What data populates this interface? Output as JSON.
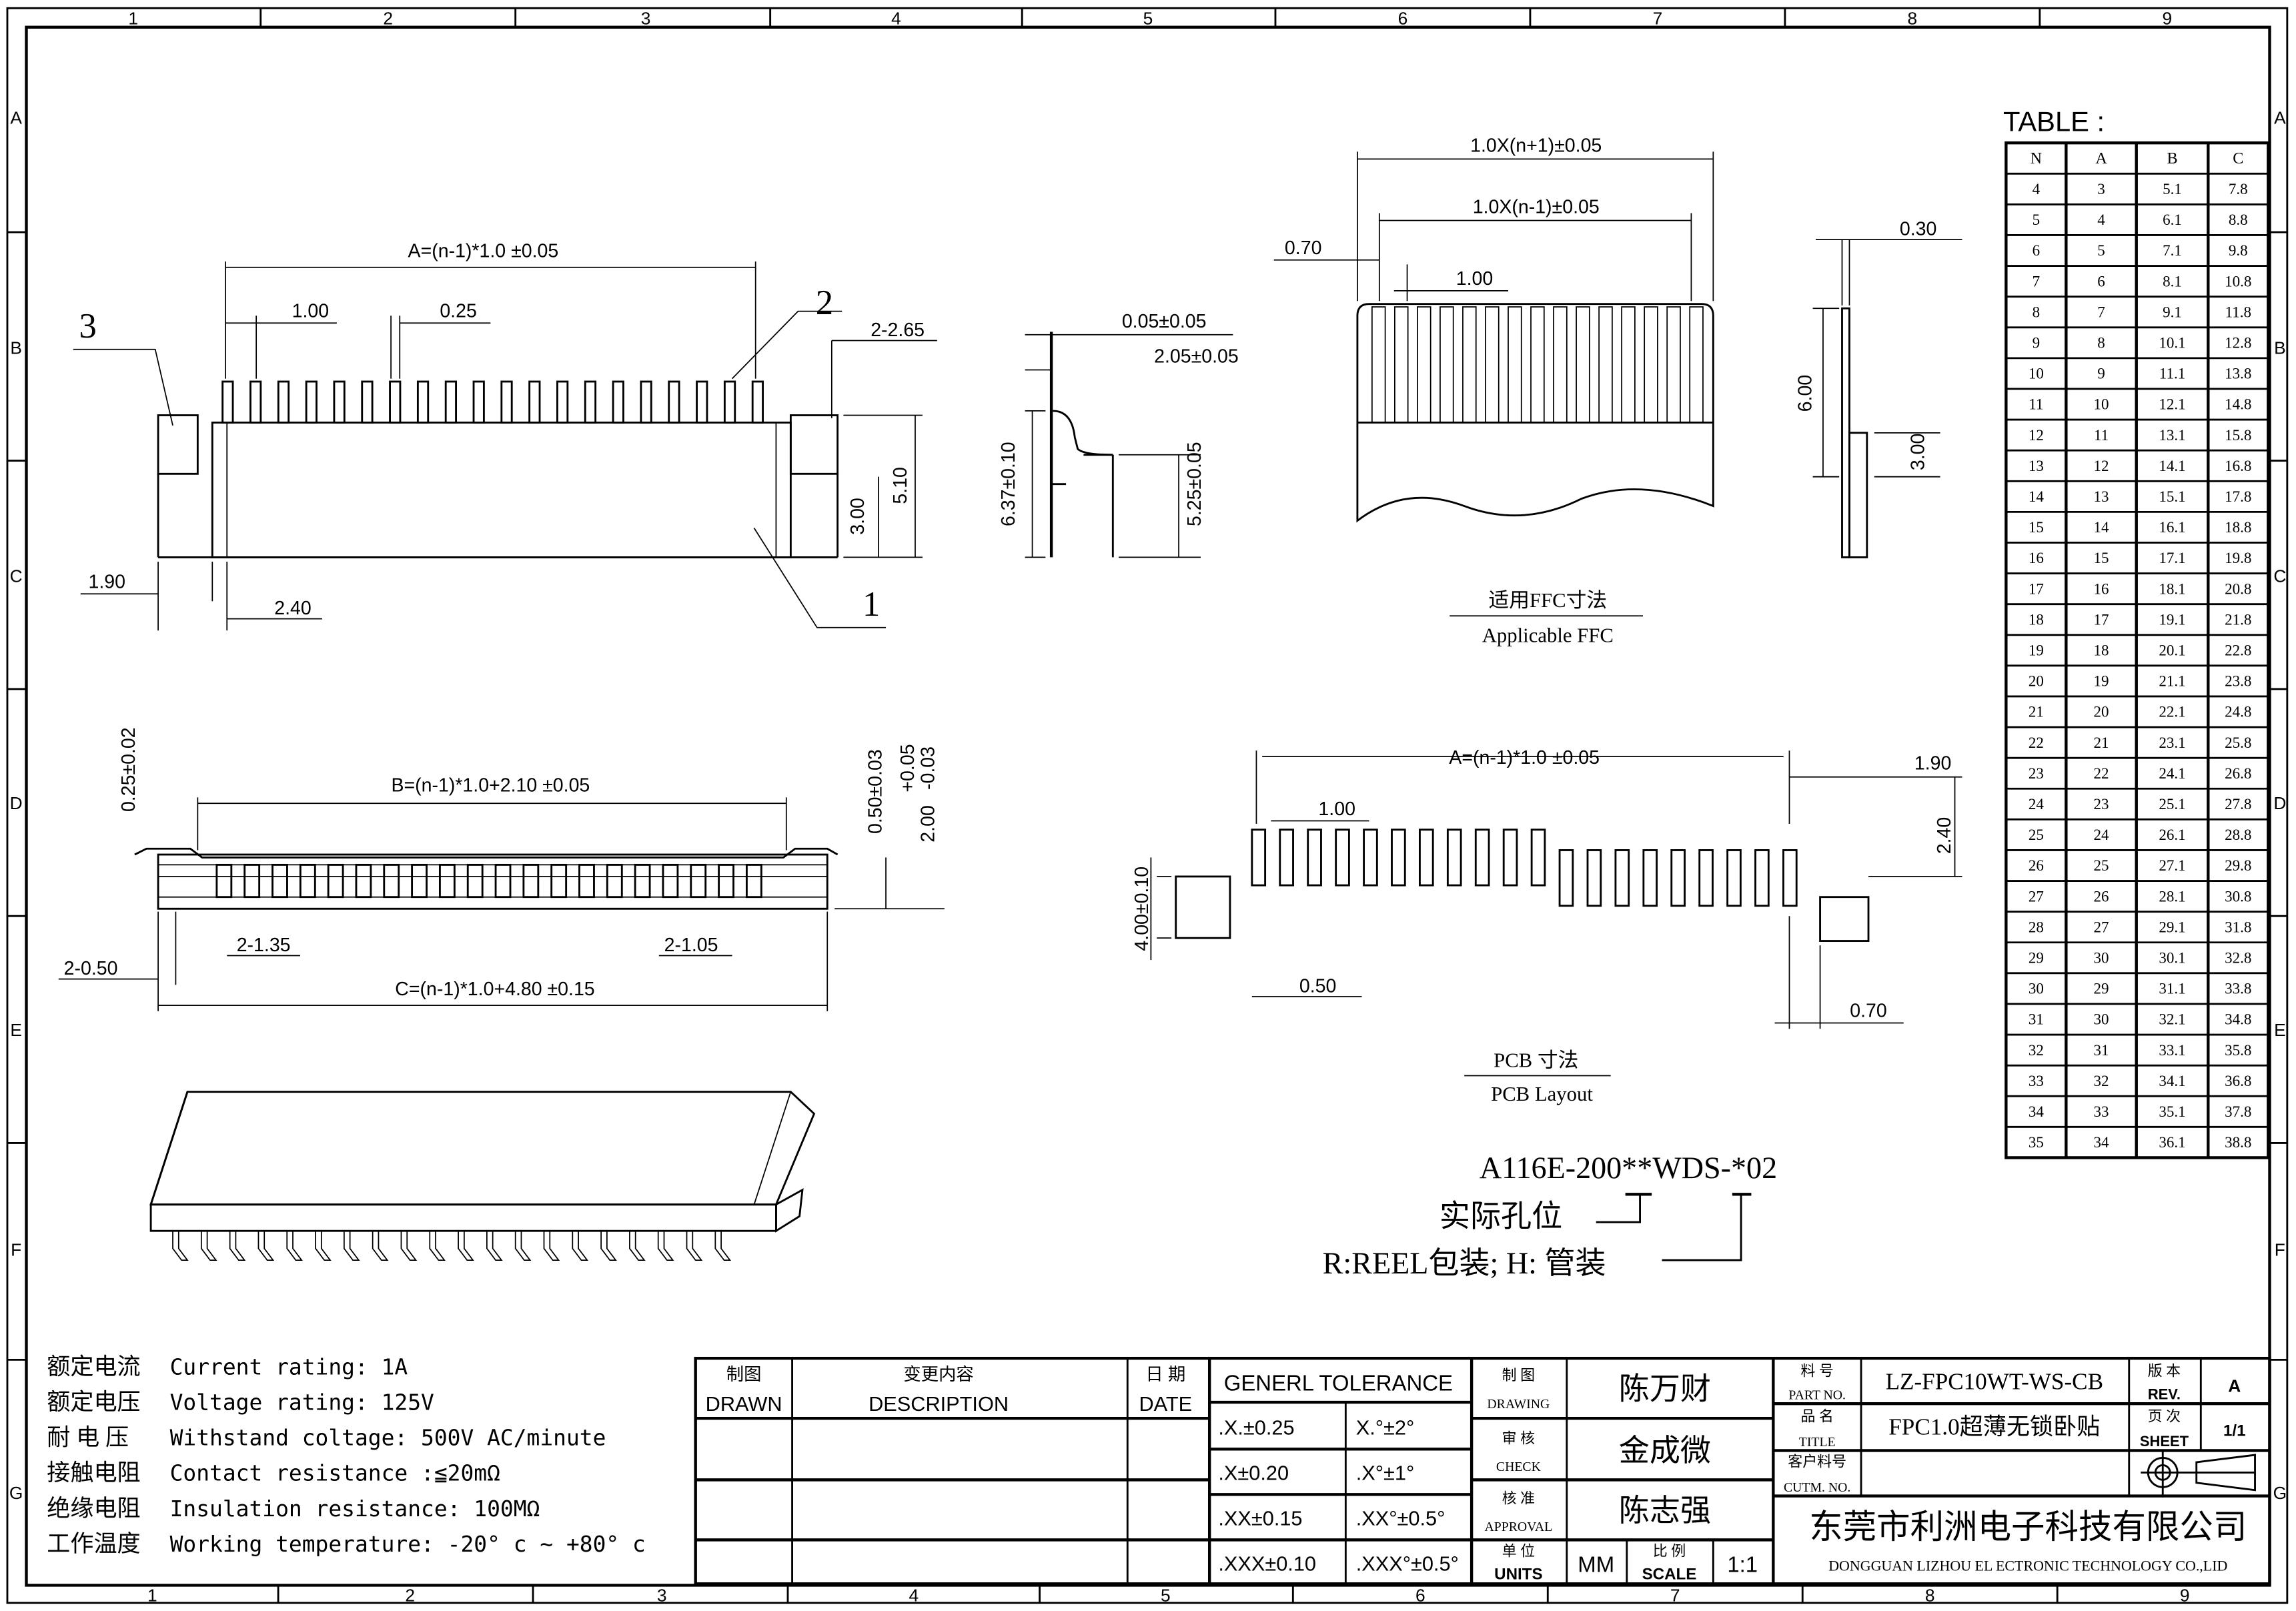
{
  "zones": {
    "columns": [
      "1",
      "2",
      "3",
      "4",
      "5",
      "6",
      "7",
      "8",
      "9"
    ],
    "rows": [
      "A",
      "B",
      "C",
      "D",
      "E",
      "F",
      "G"
    ]
  },
  "front_view": {
    "dim_a": "A=(n-1)*1.0  ±0.05",
    "pitch": "1.00",
    "pin_width": "0.25",
    "latch": "2-2.65",
    "callout_1": "1",
    "callout_2": "2",
    "callout_3": "3",
    "height_300": "3.00",
    "height_510": "5.10",
    "offset_190": "1.90",
    "offset_240": "2.40"
  },
  "side_view": {
    "dim_1": "0.05±0.05",
    "dim_2": "2.05±0.05",
    "dim_3": "6.37±0.10",
    "dim_4": "5.25±0.05"
  },
  "ffc_view": {
    "dim_total": "1.0X(n+1)±0.05",
    "dim_inner": "1.0X(n-1)±0.05",
    "edge": "0.70",
    "pitch": "1.00",
    "thickness": "0.30",
    "length": "6.00",
    "stiffener": "3.00",
    "caption_cn": "适用FFC寸法",
    "caption_en": "Applicable FFC"
  },
  "bottom_view": {
    "dim_top": "0.25±0.02",
    "dim_b": "B=(n-1)*1.0+2.10  ±0.05",
    "dim_050": "0.50±0.03",
    "dim_200": "2.00",
    "dim_200_tol_plus": "+0.05",
    "dim_200_tol_minus": "-0.03",
    "dim_135": "2-1.35",
    "dim_105": "2-1.05",
    "dim_050b": "2-0.50",
    "dim_c": "C=(n-1)*1.0+4.80  ±0.15"
  },
  "pcb_view": {
    "dim_a": "A=(n-1)*1.0  ±0.05",
    "pitch": "1.00",
    "dim_190": "1.90",
    "dim_240": "2.40",
    "dim_400": "4.00±0.10",
    "dim_050": "0.50",
    "dim_070": "0.70",
    "caption_cn": "PCB  寸法",
    "caption_en": "PCB Layout"
  },
  "part_code": {
    "code": "A116E-200**WDS-*02",
    "label_pins": "实际孔位",
    "label_pack": "R:REEL包装; H: 管装"
  },
  "table": {
    "title": "TABLE :",
    "headers": [
      "N",
      "A",
      "B",
      "C"
    ],
    "rows": [
      [
        "4",
        "3",
        "5.1",
        "7.8"
      ],
      [
        "5",
        "4",
        "6.1",
        "8.8"
      ],
      [
        "6",
        "5",
        "7.1",
        "9.8"
      ],
      [
        "7",
        "6",
        "8.1",
        "10.8"
      ],
      [
        "8",
        "7",
        "9.1",
        "11.8"
      ],
      [
        "9",
        "8",
        "10.1",
        "12.8"
      ],
      [
        "10",
        "9",
        "11.1",
        "13.8"
      ],
      [
        "11",
        "10",
        "12.1",
        "14.8"
      ],
      [
        "12",
        "11",
        "13.1",
        "15.8"
      ],
      [
        "13",
        "12",
        "14.1",
        "16.8"
      ],
      [
        "14",
        "13",
        "15.1",
        "17.8"
      ],
      [
        "15",
        "14",
        "16.1",
        "18.8"
      ],
      [
        "16",
        "15",
        "17.1",
        "19.8"
      ],
      [
        "17",
        "16",
        "18.1",
        "20.8"
      ],
      [
        "18",
        "17",
        "19.1",
        "21.8"
      ],
      [
        "19",
        "18",
        "20.1",
        "22.8"
      ],
      [
        "20",
        "19",
        "21.1",
        "23.8"
      ],
      [
        "21",
        "20",
        "22.1",
        "24.8"
      ],
      [
        "22",
        "21",
        "23.1",
        "25.8"
      ],
      [
        "23",
        "22",
        "24.1",
        "26.8"
      ],
      [
        "24",
        "23",
        "25.1",
        "27.8"
      ],
      [
        "25",
        "24",
        "26.1",
        "28.8"
      ],
      [
        "26",
        "25",
        "27.1",
        "29.8"
      ],
      [
        "27",
        "26",
        "28.1",
        "30.8"
      ],
      [
        "28",
        "27",
        "29.1",
        "31.8"
      ],
      [
        "29",
        "30",
        "30.1",
        "32.8"
      ],
      [
        "30",
        "29",
        "31.1",
        "33.8"
      ],
      [
        "31",
        "30",
        "32.1",
        "34.8"
      ],
      [
        "32",
        "31",
        "33.1",
        "35.8"
      ],
      [
        "33",
        "32",
        "34.1",
        "36.8"
      ],
      [
        "34",
        "33",
        "35.1",
        "37.8"
      ],
      [
        "35",
        "34",
        "36.1",
        "38.8"
      ]
    ]
  },
  "specs": [
    {
      "cn": "额定电流",
      "en": "Current rating: 1A"
    },
    {
      "cn": "额定电压",
      "en": "Voltage rating: 125V"
    },
    {
      "cn": "耐 电 压",
      "en": "Withstand coltage: 500V AC/minute"
    },
    {
      "cn": "接触电阻",
      "en": "Contact resistance :≦20mΩ"
    },
    {
      "cn": "绝缘电阻",
      "en": "Insulation resistance: 100MΩ"
    },
    {
      "cn": "工作温度",
      "en": "Working temperature: -20° c ~ +80° c"
    }
  ],
  "revision_block": {
    "drawn_cn": "制图",
    "drawn_en": "DRAWN",
    "desc_cn": "变更内容",
    "desc_en": "DESCRIPTION",
    "date_cn": "日 期",
    "date_en": "DATE"
  },
  "tolerance": {
    "title": "GENERL  TOLERANCE",
    "rows": [
      [
        ".X.±0.25",
        "X.°±2°"
      ],
      [
        ".X±0.20",
        ".X°±1°"
      ],
      [
        ".XX±0.15",
        ".XX°±0.5°"
      ],
      [
        ".XXX±0.10",
        ".XXX°±0.5°"
      ]
    ]
  },
  "approvals": {
    "drawing_cn": "制  图",
    "drawing_en": "DRAWING",
    "drawing_name": "陈万财",
    "check_cn": "审  核",
    "check_en": "CHECK",
    "check_name": "金成微",
    "approval_cn": "核  准",
    "approval_en": "APPROVAL",
    "approval_name": "陈志强",
    "units_cn": "单 位",
    "units_en": "UNITS",
    "units_value": "MM",
    "scale_cn": "比 例",
    "scale_en": "SCALE",
    "scale_value": "1:1"
  },
  "title_block": {
    "part_no_cn": "料  号",
    "part_no_en": "PART  NO.",
    "part_no": "LZ-FPC10WT-WS-CB",
    "title_cn": "品  名",
    "title_en": "TITLE",
    "title": "FPC1.0超薄无锁卧贴",
    "cust_cn": "客户料号",
    "cust_en": "CUTM. NO.",
    "cust_no": "",
    "rev_cn": "版 本",
    "rev_en": "REV.",
    "rev": "A",
    "sheet_cn": "页 次",
    "sheet_en": "SHEET",
    "sheet": "1/1",
    "company_cn": "东莞市利洲电子科技有限公司",
    "company_en": "DONGGUAN LIZHOU EL ECTRONIC TECHNOLOGY CO.,LID"
  }
}
